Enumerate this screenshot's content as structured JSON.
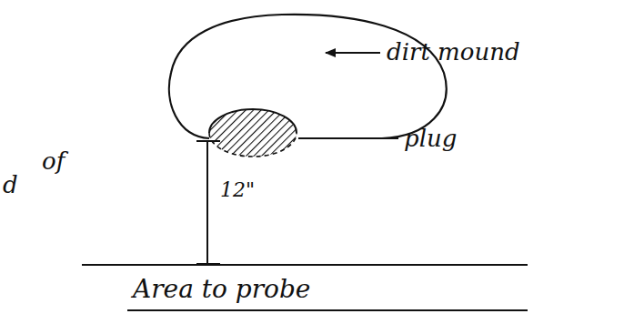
{
  "diagram": {
    "labels": [
      "dirt mound",
      "plug",
      "12\"",
      "Area to probe",
      "of",
      "d"
    ]
  }
}
